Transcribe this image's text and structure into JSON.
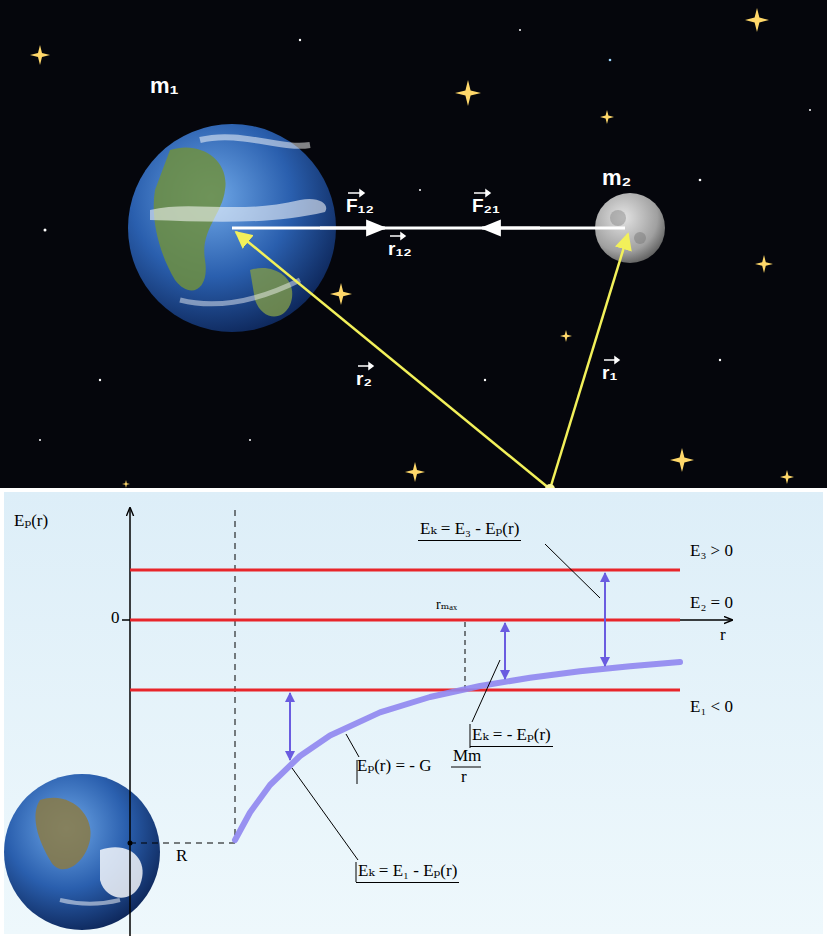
{
  "diagram": {
    "labels": [
      "m₁",
      "m₂",
      "F₁₂",
      "F₂₁",
      "r₁₂",
      "r₂",
      "r₁",
      "Eₚ(r)",
      "Eₖ = E₃ - Eₚ(r)",
      "E₃ > 0",
      "0",
      "rₘₐₓ",
      "E₂ = 0",
      "r",
      "E₁ < 0",
      "Eₖ = - Eₚ(r)",
      "Eₚ(r) = - G",
      "Mm",
      "r",
      "Eₖ = E₁ - Eₚ(r)",
      "R"
    ]
  }
}
